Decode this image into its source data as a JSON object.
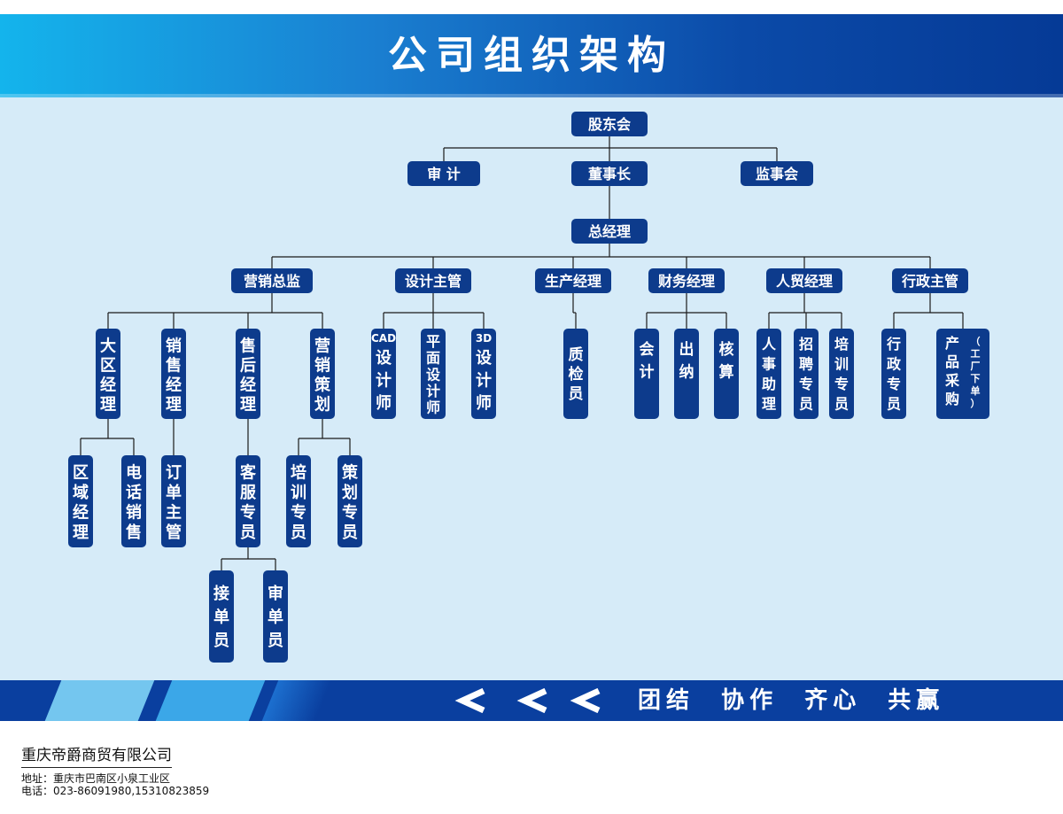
{
  "title": "公司组织架构",
  "colors": {
    "node": "#0d3b8c",
    "header_start": "#14b4ec",
    "header_end": "#053a96",
    "background": "#d6ebf8"
  },
  "nodes": {
    "gudonghui": "股东会",
    "shenji": "审 计",
    "dongshizhang": "董事长",
    "jianshihui": "监事会",
    "zongjingli": "总经理",
    "yingxiao_zongjian": "营销总监",
    "sheji_zhuguan": "设计主管",
    "shengchan_jingli": "生产经理",
    "caiwu_jingli": "财务经理",
    "renmao_jingli": "人贸经理",
    "xingzheng_zhuguan": "行政主管",
    "daqu_jingli": "大区经理",
    "xiaoshou_jingli": "销售经理",
    "shouhou_jingli": "售后经理",
    "yingxiao_cehua": "营销策划",
    "cad_shejishi_prefix": "CAD",
    "cad_shejishi": "设计师",
    "pingmian_shejishi": "平面设计师",
    "d3_shejishi_prefix": "3D",
    "d3_shejishi": "设计师",
    "zhijianyuan": "质检员",
    "kuaiji": "会计",
    "chuna": "出纳",
    "hesuan": "核算",
    "renshi_zhuli": "人事助理",
    "zhaopin_zhuanyuan": "招聘专员",
    "peixun_zhuanyuan_rm": "培训专员",
    "xingzheng_zhuanyuan": "行政专员",
    "chanpin_caigou": "产品采购",
    "chanpin_caigou_note": "（工厂下单）",
    "quyu_jingli": "区域经理",
    "dianhua_xiaoshou": "电话销售",
    "dingdan_zhuguan": "订单主管",
    "kefu_zhuanyuan": "客服专员",
    "peixun_zhuanyuan_yx": "培训专员",
    "cehua_zhuanyuan": "策划专员",
    "jiedanyuan": "接单员",
    "shendanyuan": "审单员"
  },
  "slogan": "团结  协作  齐心  共赢",
  "company": "重庆帝爵商贸有限公司",
  "address_label": "地址：",
  "address": "重庆市巴南区小泉工业区",
  "phone_label": "电话：",
  "phone": "023-86091980,15310823859"
}
